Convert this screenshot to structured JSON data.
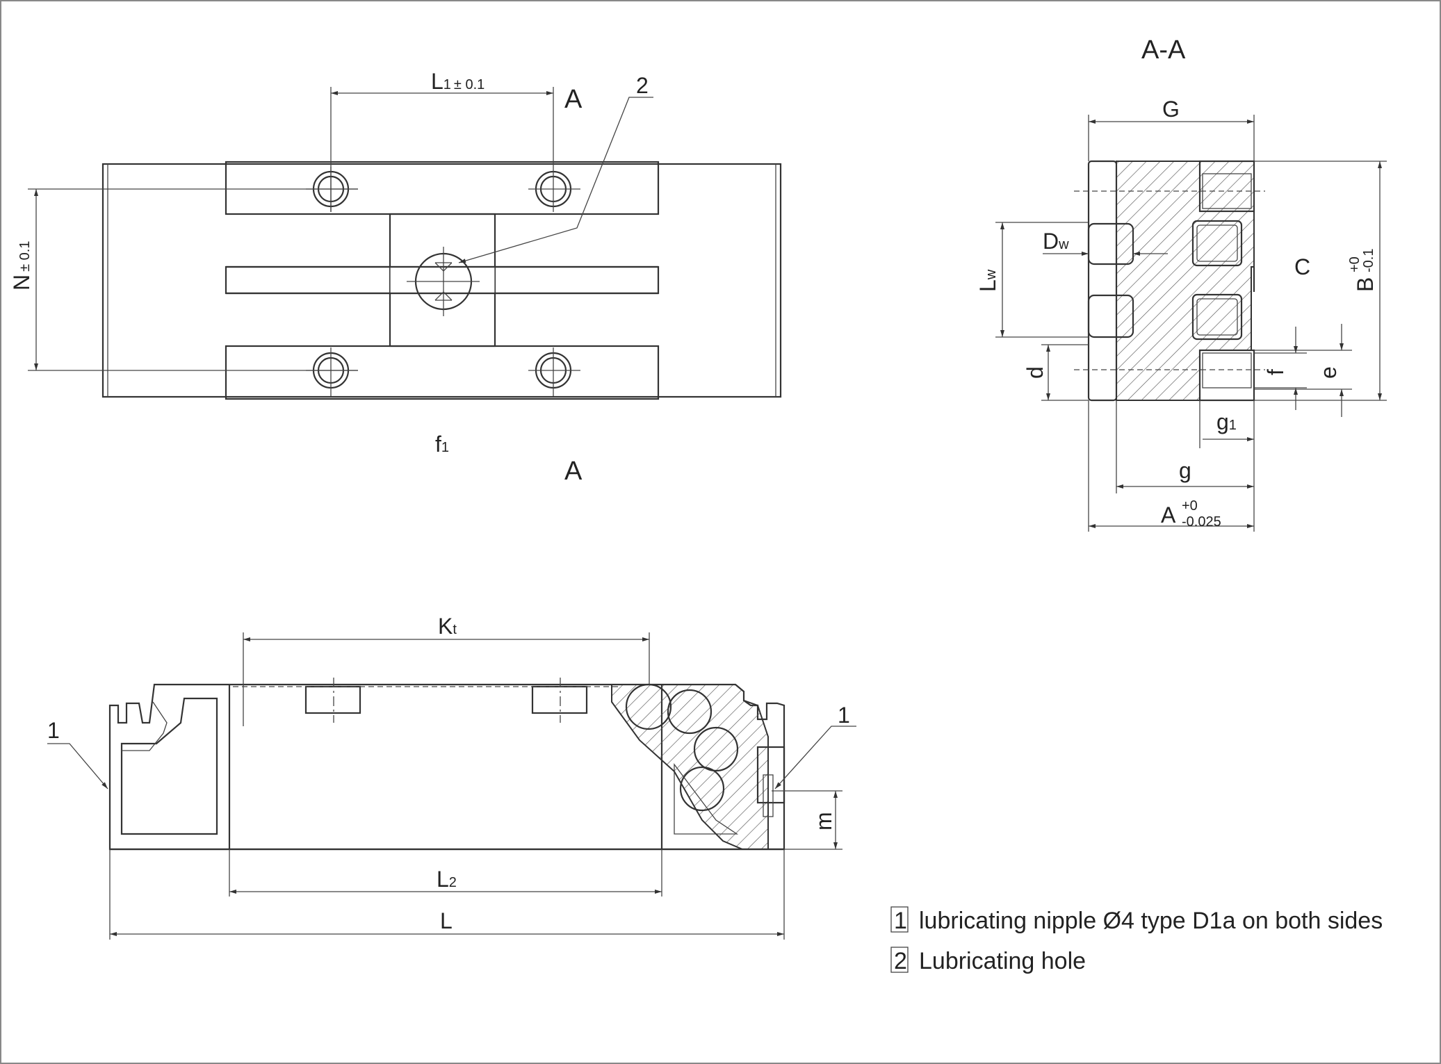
{
  "section_title": "A-A",
  "top_view": {
    "dim_l1": "L",
    "dim_l1_sub": "1",
    "dim_l1_tol": "± 0.1",
    "dim_n": "N",
    "dim_n_tol": "± 0.1",
    "section_mark_top": "A",
    "section_mark_bottom": "A",
    "callout_2": "2",
    "label_f1": "f",
    "label_f1_sub": "1"
  },
  "section_view": {
    "dim_g_top": "G",
    "dim_dw": "D",
    "dim_dw_sub": "w",
    "dim_lw": "L",
    "dim_lw_sub": "w",
    "label_c": "C",
    "dim_b": "B",
    "dim_b_tol_upper": "+0",
    "dim_b_tol_lower": "-0.1",
    "dim_d": "d",
    "dim_f": "f",
    "dim_e": "e",
    "dim_g1": "g",
    "dim_g1_sub": "1",
    "dim_g": "g",
    "dim_a": "A",
    "dim_a_tol_upper": "+0",
    "dim_a_tol_lower": "-0.025"
  },
  "side_view": {
    "dim_kt": "K",
    "dim_kt_sub": "t",
    "callout_1_left": "1",
    "callout_1_right": "1",
    "dim_m": "m",
    "dim_l2": "L",
    "dim_l2_sub": "2",
    "dim_l": "L"
  },
  "legend": [
    {
      "num": "1",
      "text": "lubricating nipple  Ø4 type D1a on both sides"
    },
    {
      "num": "2",
      "text": "Lubricating hole"
    }
  ]
}
